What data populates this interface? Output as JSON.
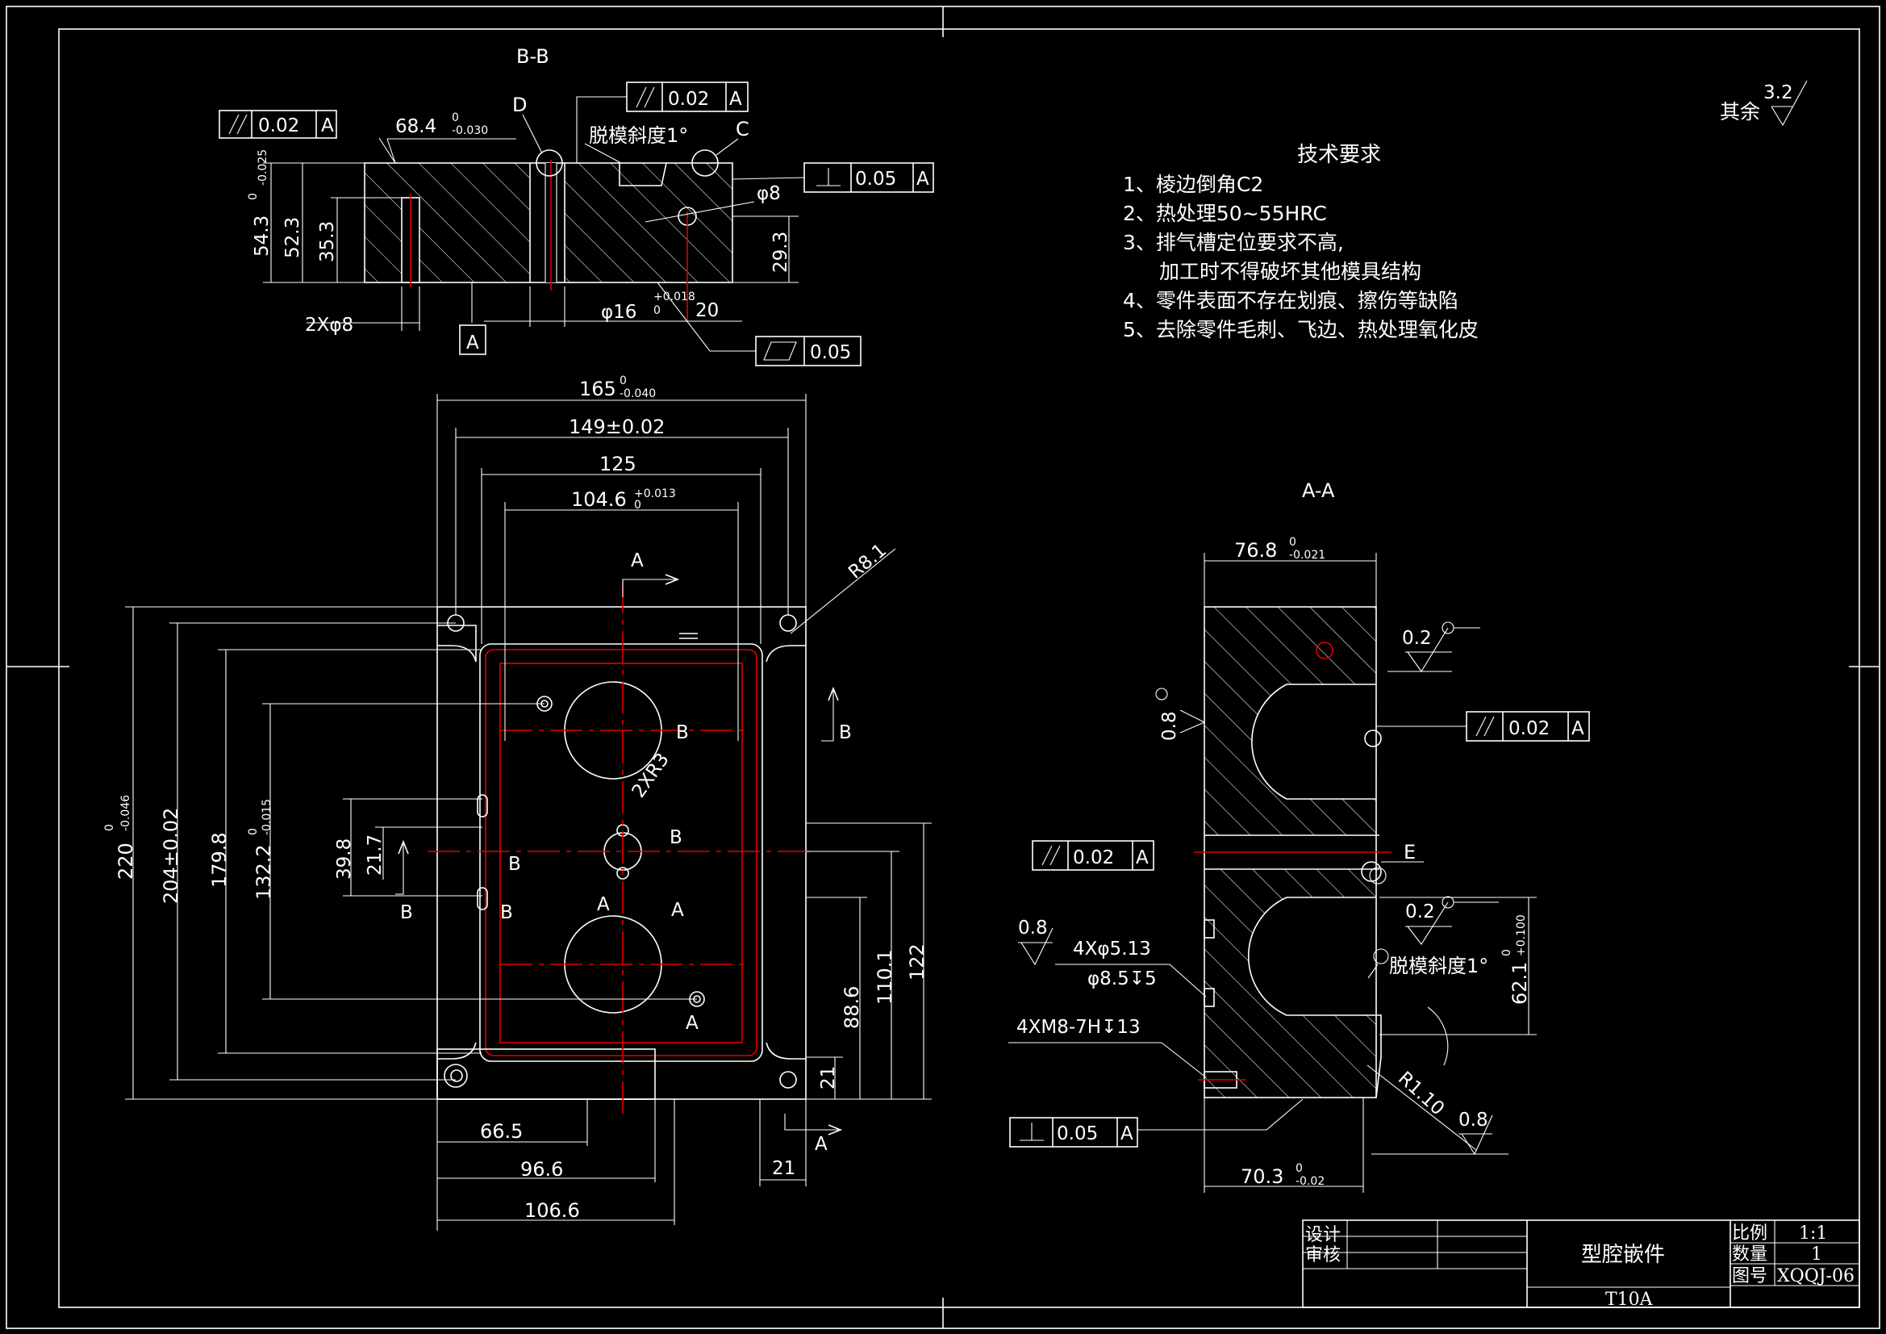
{
  "drawing": {
    "section_bb_label": "B-B",
    "section_aa_label": "A-A",
    "surface_other": {
      "prefix": "其余",
      "value": "3.2"
    },
    "tech_title": "技术要求",
    "tech_items": [
      "1、棱边倒角C2",
      "2、热处理50~55HRC",
      "3、排气槽定位要求不高,",
      "加工时不得破坏其他模具结构",
      "4、零件表面不存在划痕、擦伤等缺陷",
      "5、去除零件毛刺、飞边、热处理氧化皮"
    ],
    "bb_dims": {
      "len_main": "68.4",
      "len_tol": "0",
      "len_tol2": "-0.030",
      "h_total": "54.3",
      "h_tol": "0",
      "h_tol2": "-0.025",
      "h_523": "52.3",
      "h_353": "35.3",
      "h_293": "29.3",
      "hole_2x8": "2Xφ8",
      "hole_phi8": "φ8",
      "phi16": "φ16",
      "phi16_tol": "0",
      "phi16_tol2": "+0.018",
      "d20": "20",
      "label_d": "D",
      "label_c": "C",
      "datum_a": "A",
      "draft": "脱模斜度1°"
    },
    "gdt": {
      "par_002": "0.02",
      "perp_005": "0.05",
      "flat_005": "0.05",
      "ref_a": "A"
    },
    "plan_dims": {
      "w165": "165",
      "w165_tol": "0",
      "w165_tol2": "-0.040",
      "w149": "149±0.02",
      "w125": "125",
      "w1046": "104.6",
      "w1046_tol": "+0.013",
      "w1046_tol2": "0",
      "r81": "R8.1",
      "r3": "2XR3",
      "h220": "220",
      "h220_tol": "0",
      "h220_tol2": "-0.046",
      "h204": "204±0.02",
      "h1798": "179.8",
      "h1322": "132.2",
      "h1322_tol": "0",
      "h1322_tol2": "-0.015",
      "h398": "39.8",
      "h217": "21.7",
      "h886": "88.6",
      "h1101": "110.1",
      "h122": "122",
      "h21": "21",
      "w665": "66.5",
      "w966": "96.6",
      "w1066": "106.6",
      "w21": "21",
      "cut_a": "A",
      "cut_b": "B"
    },
    "aa_dims": {
      "w768": "76.8",
      "w768_tol": "0",
      "w768_tol2": "-0.021",
      "w703": "70.3",
      "w703_tol": "0",
      "w703_tol2": "-0.02",
      "h621": "62.1",
      "h621_tol": "+0.100",
      "h621_tol2": "0",
      "rough_02": "0.2",
      "rough_08": "0.8",
      "holes_513": "4Xφ5.13",
      "cbore": "φ8.5↧5",
      "thread": "4XM8-7H↧13",
      "r10": "R1.10",
      "label_e": "E",
      "draft": "脱模斜度1°"
    }
  },
  "title_block": {
    "design": "设计",
    "review": "审核",
    "part_name": "型腔嵌件",
    "material": "T10A",
    "scale_label": "比例",
    "scale_value": "1:1",
    "qty_label": "数量",
    "qty_value": "1",
    "drawing_no_label": "图号",
    "drawing_no": "XQQJ-06"
  }
}
